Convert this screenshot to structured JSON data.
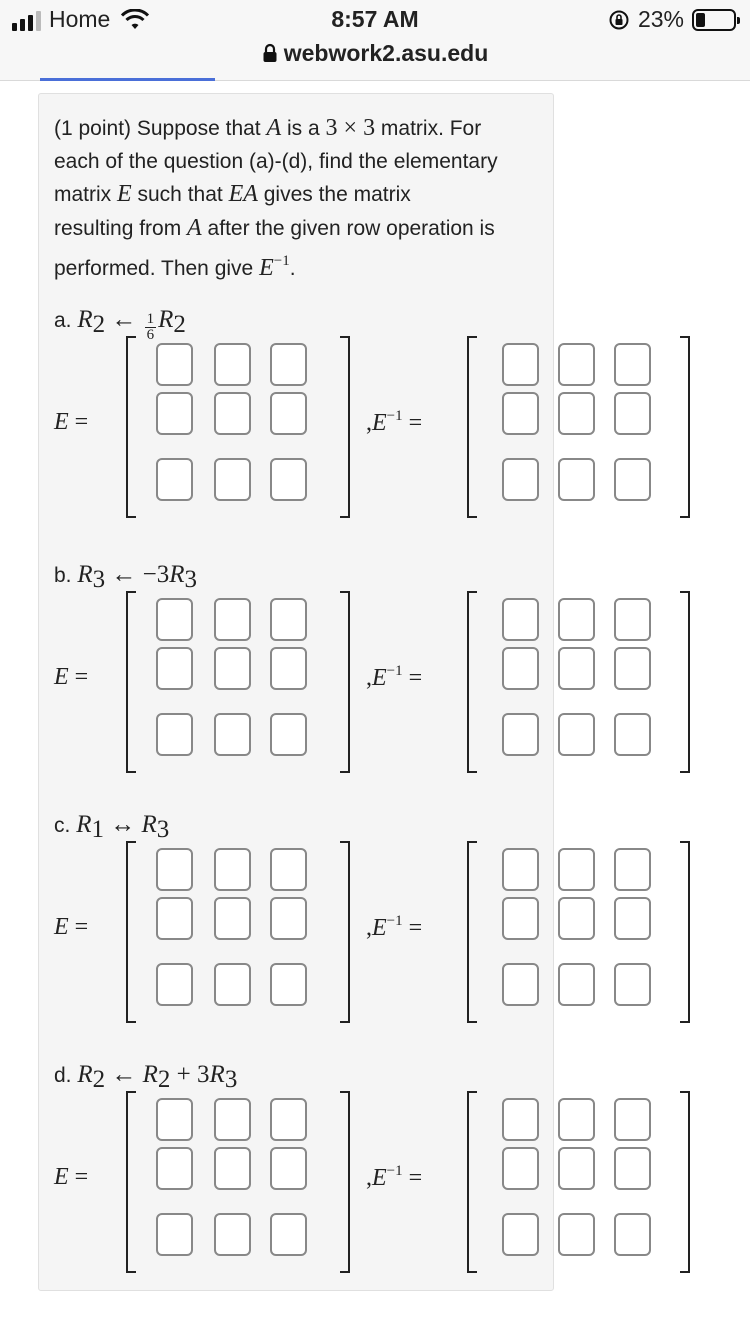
{
  "status_bar": {
    "carrier": "Home",
    "time": "8:57 AM",
    "battery": "23%",
    "url": "webwork2.asu.edu",
    "icons": [
      "signal-icon",
      "wifi-icon",
      "lock-icon",
      "orientation-lock-icon",
      "battery-icon"
    ]
  },
  "problem": {
    "intro": {
      "l1a": "(1 point) Suppose that ",
      "A": "A",
      "is_a": " is a ",
      "three_a": "3",
      "times": " × ",
      "three_b": "3",
      "l1b": " matrix. For",
      "l2": "each of the question (a)-(d), find the elementary",
      "l3a": "matrix ",
      "E": "E",
      "l3b": " such that ",
      "EA": "EA",
      "l3c": " gives the matrix",
      "l4a": "resulting from ",
      "A2": "A",
      "l4b": " after the given row operation is",
      "l5a": "performed. Then give ",
      "E2": "E",
      "inv": "−1",
      "period": "."
    },
    "e_label": "E =",
    "einv_comma": ",",
    "einv_E": "E",
    "einv_sup": "−1",
    "einv_eq": " =",
    "parts": [
      {
        "letter": "a.",
        "R_left": "R",
        "sub_left": "2",
        "arrow": " ← ",
        "frac_num": "1",
        "frac_den": "6",
        "R_right": "R",
        "sub_right": "2"
      },
      {
        "letter": "b.",
        "R_left": "R",
        "sub_left": "3",
        "arrow": " ← ",
        "coef": "−3",
        "R_right": "R",
        "sub_right": "3"
      },
      {
        "letter": "c.",
        "R_left": "R",
        "sub_left": "1",
        "arrow": " ↔ ",
        "R_right": "R",
        "sub_right": "3"
      },
      {
        "letter": "d.",
        "R_left": "R",
        "sub_left": "2",
        "arrow": " ← ",
        "R_mid": "R",
        "sub_mid": "2",
        "plus": " + ",
        "coef": "3",
        "R_right": "R",
        "sub_right": "3"
      }
    ]
  }
}
